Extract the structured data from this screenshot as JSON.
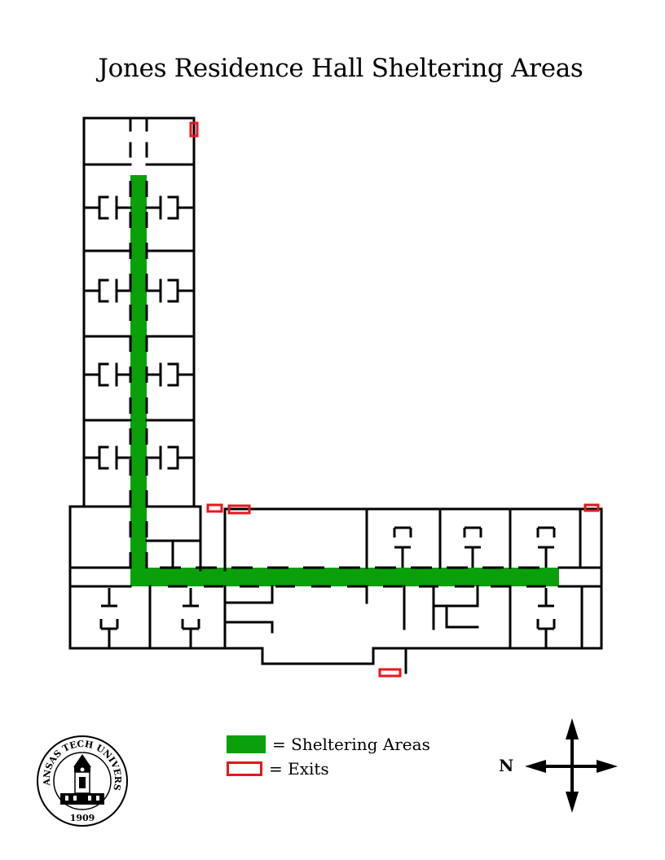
{
  "title": "Jones Residence Hall Sheltering Areas",
  "colors": {
    "shelter": "#0aa00a",
    "exit": "#e8161d",
    "wall": "#000000"
  },
  "legend": {
    "shelter_label": "= Sheltering Areas",
    "exit_label": "= Exits"
  },
  "compass": {
    "north_label": "N"
  },
  "seal": {
    "text": "ARKANSAS TECH UNIVERSITY",
    "year": "1909",
    "icon": "clock-tower-icon"
  }
}
